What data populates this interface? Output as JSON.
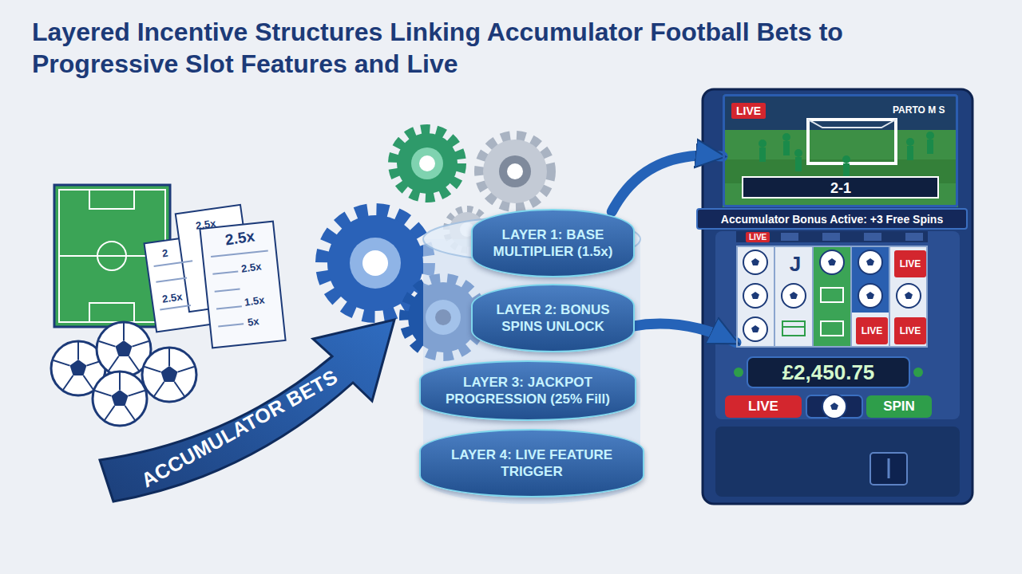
{
  "diagram": {
    "title": "Layered Incentive Structures Linking Accumulator Football Bets to Progressive Slot Features and Live",
    "nodes": [
      {
        "text": [
          "ACCUMULATOR BETS"
        ]
      },
      {
        "text": [
          "LAYER 1: BASE MULTIPLIER (1.5x)"
        ]
      },
      {
        "text": [
          "LAYER 2: BONUS SPINS UNLOCK"
        ]
      },
      {
        "text": [
          "LAYER 3: JACKPOT PROGRESSION (25% Fill)"
        ]
      },
      {
        "text": [
          "LAYER 4: LIVE FEATURE TRIGGER"
        ]
      },
      {
        "text": [
          "LIVE",
          "PARTO M S",
          "2-1"
        ]
      },
      {
        "text": [
          "Accumulator Bonus Active: +3 Free Spins"
        ]
      },
      {
        "text": [
          "J",
          "LIVE",
          "LIVE",
          "LIVE"
        ]
      },
      {
        "text": [
          "£2,450.75"
        ]
      },
      {
        "text": [
          "LIVE"
        ]
      },
      {
        "text": [
          "SPIN"
        ]
      }
    ],
    "edges": [
      {
        "from": 1,
        "to": 5,
        "arrow": "to"
      },
      {
        "from": 2,
        "to": 7,
        "arrow": "to"
      }
    ],
    "labels": [
      "2",
      "2.5x",
      "2.5x",
      "2.5x",
      "2.5x",
      "1.5x",
      "5x",
      "LIVE"
    ]
  }
}
